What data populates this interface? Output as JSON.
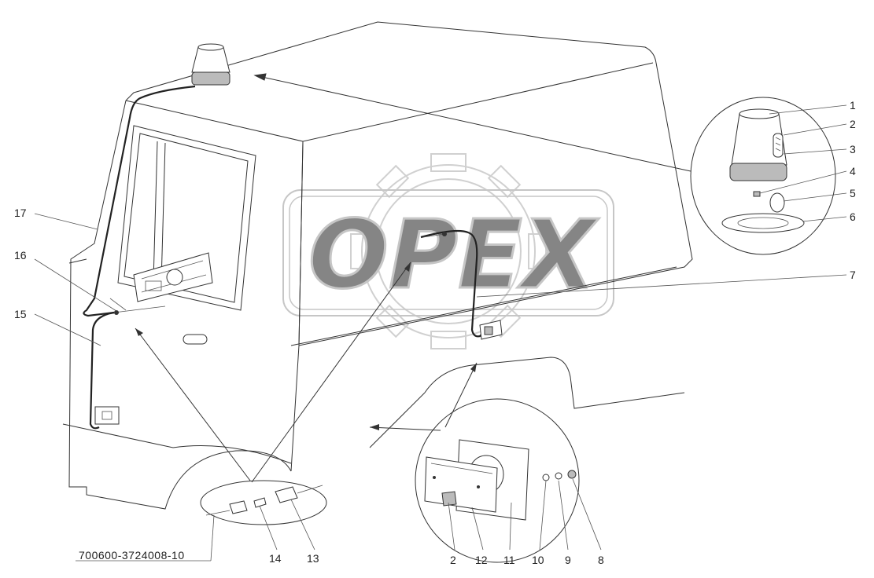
{
  "watermark": {
    "text": "OPEX",
    "color": "#c8c8c8"
  },
  "drawing": {
    "part_number": "700600-3724008-10",
    "line_color": "#333333",
    "background": "#ffffff"
  },
  "callouts": {
    "c1": "1",
    "c2": "2",
    "c3": "3",
    "c4": "4",
    "c5": "5",
    "c6": "6",
    "c7": "7",
    "c8": "8",
    "c9": "9",
    "c10": "10",
    "c11": "11",
    "c12": "12",
    "c13": "13",
    "c14": "14",
    "c15": "15",
    "c16": "16",
    "c17": "17",
    "c2b": "2"
  }
}
